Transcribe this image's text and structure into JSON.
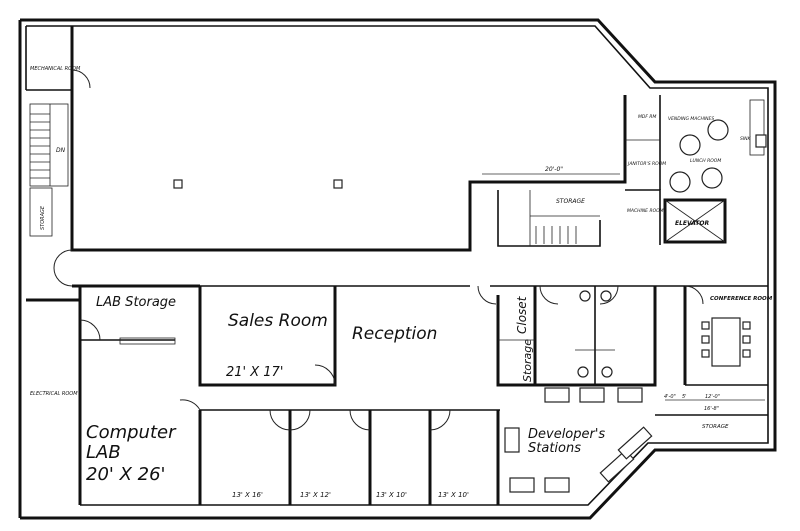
{
  "rooms": {
    "mechanical": "MECHANICAL ROOM",
    "storage_stair": "STORAGE",
    "lab_storage": "LAB Storage",
    "sales_room": "Sales Room",
    "sales_room_dims": "21' X 17'",
    "reception": "Reception",
    "closet": "Closet",
    "storage_left": "Storage",
    "conference": "CONFERENCE ROOM",
    "electrical": "ELECTRICAL ROOM",
    "computer_lab_line1": "Computer",
    "computer_lab_line2": "LAB",
    "computer_lab_dims": "20' X 26'",
    "developer_line1": "Developer's",
    "developer_line2": "Stations",
    "office1_dims": "13' X 16'",
    "office2_dims": "13' X 12'",
    "office3_dims": "13' X 10'",
    "office4_dims": "13' X 10'",
    "storage_bottom_right": "STORAGE",
    "storage_mid": "STORAGE",
    "machine_room": "MACHINE ROOM",
    "elevator": "ELEVATOR",
    "janitors": "JANITOR'S ROOM",
    "mdf": "MDF RM",
    "vending": "VENDING MACHINES",
    "lunch": "LUNCH ROOM",
    "sink": "SINK",
    "dn": "DN",
    "dim_20": "20'-0\"",
    "dim_4": "4'-0\"",
    "dim_5": "5'",
    "dim_12": "12'-0\"",
    "dim_16": "16'-8\""
  }
}
